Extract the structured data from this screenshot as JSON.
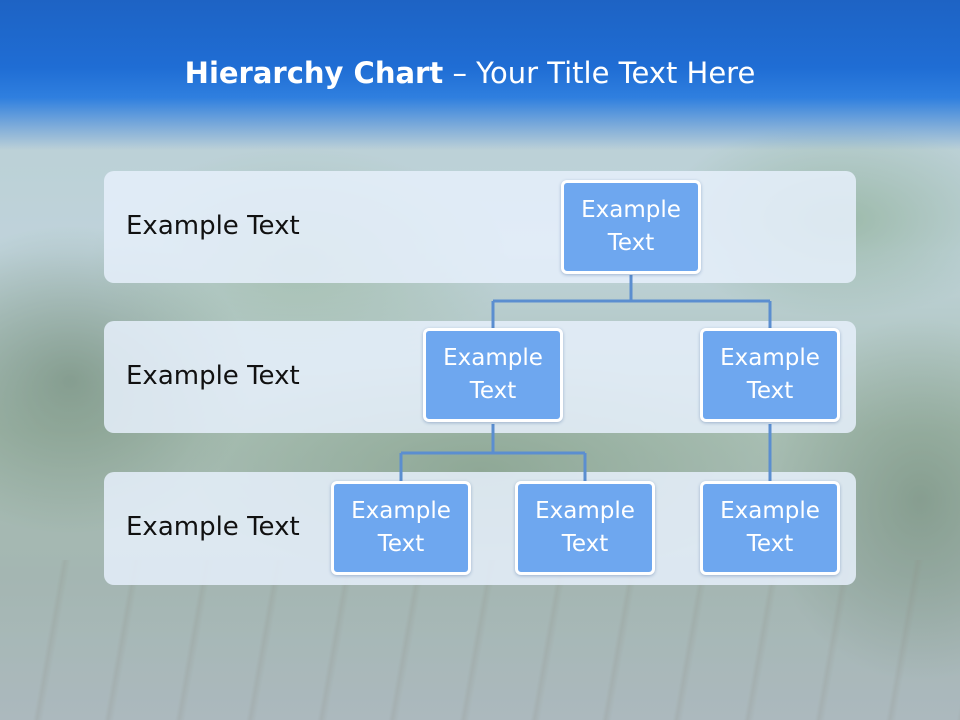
{
  "slide": {
    "title_bold": "Hierarchy Chart",
    "title_rest": " – Your Title Text Here"
  },
  "levels": [
    {
      "label": "Example Text"
    },
    {
      "label": "Example Text"
    },
    {
      "label": "Example Text"
    }
  ],
  "nodes": [
    {
      "line1": "Example",
      "line2": "Text"
    },
    {
      "line1": "Example",
      "line2": "Text"
    },
    {
      "line1": "Example",
      "line2": "Text"
    },
    {
      "line1": "Example",
      "line2": "Text"
    },
    {
      "line1": "Example",
      "line2": "Text"
    },
    {
      "line1": "Example",
      "line2": "Text"
    }
  ],
  "colors": {
    "title_bar": "#1f6dd4",
    "node_fill": "#6ea7ef",
    "connector": "#5b8ed0",
    "band_fill": "#e6f0fc"
  }
}
